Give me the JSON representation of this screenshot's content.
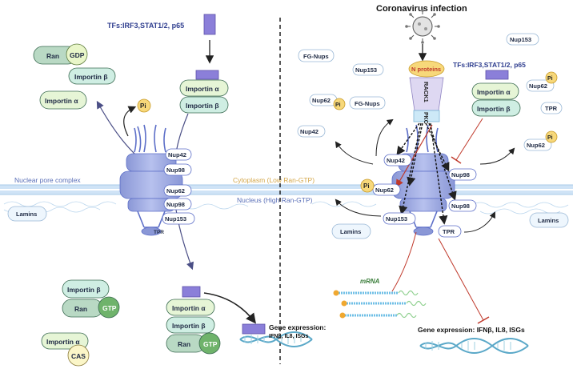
{
  "title": "Coronavirus infection",
  "membrane": {
    "npc_label": "Nuclear pore complex",
    "cytoplasm_label": "Cytoplasm (Low Ran-GTP)",
    "nucleus_label": "Nucleus (High Ran-GTP)"
  },
  "left": {
    "tfs": "TFs:IRF3,STAT1/2, p65",
    "ran": "Ran",
    "gdp": "GDP",
    "importin_b": "Importin β",
    "importin_a": "Importin α",
    "pi": "Pi",
    "pore_nups": [
      "Nup42",
      "Nup98",
      "Nup62",
      "Nup98",
      "Nup153",
      "TPR"
    ],
    "lamins": "Lamins",
    "gtp": "GTP",
    "cas": "CAS",
    "gene_expression": "Gene expression:",
    "gene_list": "IFNβ, IL8, ISGs"
  },
  "right": {
    "n_proteins": "N proteins",
    "rack1": "RACK1",
    "pkc": "PKC",
    "tfs": "TFs:IRF3,STAT1/2, p65",
    "importin_a": "Importin α",
    "importin_b": "Importin β",
    "free_nups": [
      "FG-Nups",
      "Nup153",
      "Nup62",
      "FG-Nups",
      "Nup42",
      "Nup153",
      "Nup62",
      "TPR",
      "Nup62"
    ],
    "pi": "Pi",
    "pore_nups": [
      "Nup42",
      "Nup98",
      "Nup62",
      "Nup98",
      "Nup153",
      "TPR"
    ],
    "lamins_left": "Lamins",
    "lamins_right": "Lamins",
    "mrna": "mRNA",
    "gene_expression": "Gene expression: IFNβ, IL8, ISGs"
  }
}
